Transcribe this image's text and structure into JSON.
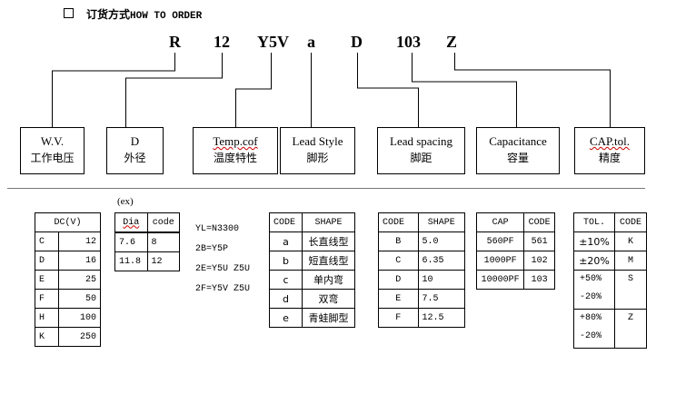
{
  "header": {
    "title_cn": "订货方式",
    "title_en": "HOW TO ORDER"
  },
  "code_parts": [
    "R",
    "12",
    "Y5V",
    "a",
    "D",
    "103",
    "Z"
  ],
  "boxes": [
    {
      "en": "W.V.",
      "cn": "工作电压"
    },
    {
      "en": "D",
      "cn": "外径"
    },
    {
      "en": "Temp.cof",
      "cn": "温度特性"
    },
    {
      "en": "Lead Style",
      "cn": "脚形"
    },
    {
      "en": "Lead spacing",
      "cn": "脚距"
    },
    {
      "en": "Capacitance",
      "cn": "容量"
    },
    {
      "en": "CAP.tol.",
      "cn": "精度"
    }
  ],
  "ex_label": "(ex)",
  "dc_table": {
    "header": "DC(V)",
    "rows": [
      [
        "C",
        "12"
      ],
      [
        "D",
        "16"
      ],
      [
        "E",
        "25"
      ],
      [
        "F",
        "50"
      ],
      [
        "H",
        "100"
      ],
      [
        "K",
        "250"
      ]
    ]
  },
  "dia_table": {
    "headers": [
      "Dia",
      "code"
    ],
    "rows": [
      [
        "7.6",
        "8"
      ],
      [
        "11.8",
        "12"
      ]
    ]
  },
  "temp_notes": [
    "YL=N3300",
    "2B=Y5P",
    "2E=Y5U Z5U",
    "2F=Y5V Z5U"
  ],
  "lead_style_table": {
    "headers": [
      "CODE",
      "SHAPE"
    ],
    "rows": [
      [
        "a",
        "长直线型"
      ],
      [
        "b",
        "短直线型"
      ],
      [
        "c",
        "单内弯"
      ],
      [
        "d",
        "双弯"
      ],
      [
        "e",
        "青蛙脚型"
      ]
    ]
  },
  "lead_spacing_table": {
    "headers": [
      "CODE",
      "SHAPE"
    ],
    "rows": [
      [
        "B",
        "5.0"
      ],
      [
        "C",
        "6.35"
      ],
      [
        "D",
        "10"
      ],
      [
        "E",
        "7.5"
      ],
      [
        "F",
        "12.5"
      ]
    ]
  },
  "cap_table": {
    "headers": [
      "CAP",
      "CODE"
    ],
    "rows": [
      [
        "560PF",
        "561"
      ],
      [
        "1000PF",
        "102"
      ],
      [
        "10000PF",
        "103"
      ]
    ]
  },
  "tol_table": {
    "headers": [
      "TOL.",
      "CODE"
    ],
    "rows": [
      {
        "lines": [
          "±10%"
        ],
        "code": "K"
      },
      {
        "lines": [
          "±20%"
        ],
        "code": "M"
      },
      {
        "lines": [
          "+50%",
          "-20%"
        ],
        "code": "S"
      },
      {
        "lines": [
          "+80%",
          "-20%"
        ],
        "code": "Z"
      }
    ]
  }
}
